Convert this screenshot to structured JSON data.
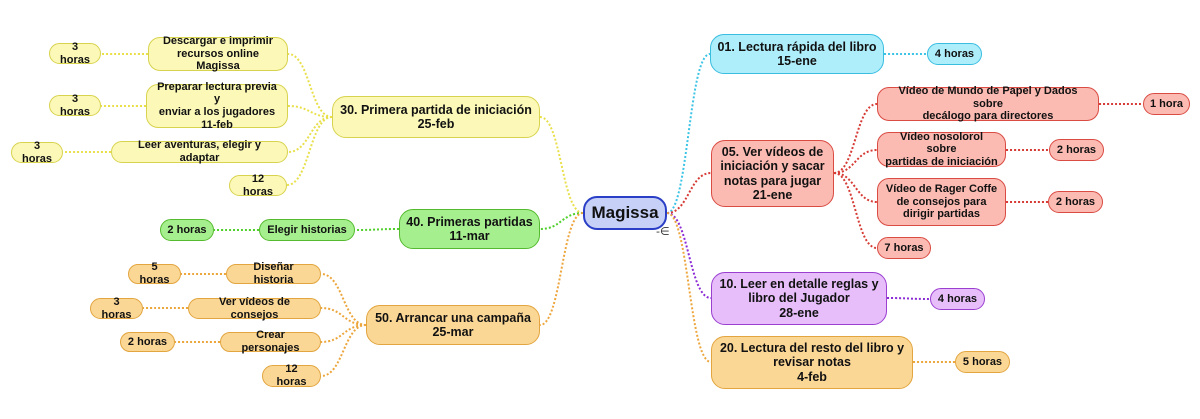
{
  "root": {
    "label": "Magissa"
  },
  "colors": {
    "yellow": "#e8e04a",
    "green": "#4fd02a",
    "orange": "#eda63c",
    "cyan": "#3cc4e6",
    "red": "#d63b35",
    "purple": "#8c2bd6"
  },
  "branches": {
    "b30": {
      "title": "30. Primera partida de iniciación\n25-feb",
      "t1": "Descargar e imprimir\nrecursos online Magissa",
      "t1_time": "3 horas",
      "t2": "Preparar lectura previa y\nenviar a los jugadores\n11-feb",
      "t2_time": "3 horas",
      "t3": "Leer aventuras, elegir y adaptar",
      "t3_time": "3 horas",
      "total": "12 horas"
    },
    "b40": {
      "title": "40. Primeras partidas\n11-mar",
      "t1": "Elegir historias",
      "t1_time": "2 horas"
    },
    "b50": {
      "title": "50. Arrancar una campaña\n25-mar",
      "t1": "Diseñar historia",
      "t1_time": "5 horas",
      "t2": "Ver vídeos de consejos",
      "t2_time": "3 horas",
      "t3": "Crear personajes",
      "t3_time": "2 horas",
      "total": "12 horas"
    },
    "b01": {
      "title": "01. Lectura rápida del libro\n15-ene",
      "time": "4 horas"
    },
    "b05": {
      "title": "05. Ver vídeos de\niniciación y sacar\nnotas para jugar\n21-ene",
      "t1": "Vídeo de Mundo de Papel y Dados sobre\ndecálogo para directores",
      "t1_time": "1 hora",
      "t2": "Vídeo nosolorol sobre\npartidas de iniciación",
      "t2_time": "2 horas",
      "t3": "Vídeo de Rager Coffe\nde consejos para\ndirigir partidas",
      "t3_time": "2 horas",
      "total": "7 horas"
    },
    "b10": {
      "title": "10. Leer en detalle reglas y\nlibro del Jugador\n28-ene",
      "time": "4 horas"
    },
    "b20": {
      "title": "20. Lectura del resto del libro y\nrevisar notas\n4-feb",
      "time": "5 horas"
    }
  }
}
